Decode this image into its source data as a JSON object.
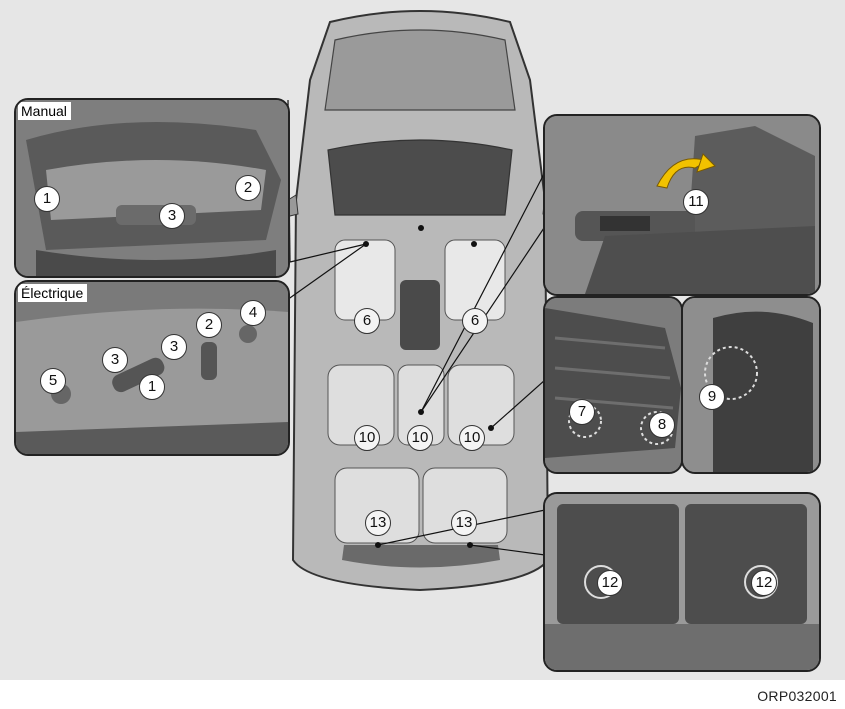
{
  "panels": {
    "manual": {
      "label": "Manual",
      "callouts": [
        "1",
        "2",
        "3"
      ]
    },
    "electrique": {
      "label": "Électrique",
      "callouts": [
        "5",
        "3",
        "1",
        "3",
        "2",
        "4"
      ]
    },
    "console": {
      "callouts": [
        "11"
      ]
    },
    "third_row_fold": {
      "callouts": [
        "7",
        "8"
      ]
    },
    "seat_back": {
      "callouts": [
        "9"
      ]
    },
    "cargo": {
      "callouts": [
        "12",
        "12"
      ]
    }
  },
  "car": {
    "callouts": [
      "6",
      "6",
      "10",
      "10",
      "10",
      "13",
      "13"
    ]
  },
  "footer": {
    "code": "ORP032001"
  },
  "colors": {
    "background": "#e6e6e6",
    "panel_border": "#222222",
    "arrow": "#f2c200"
  }
}
